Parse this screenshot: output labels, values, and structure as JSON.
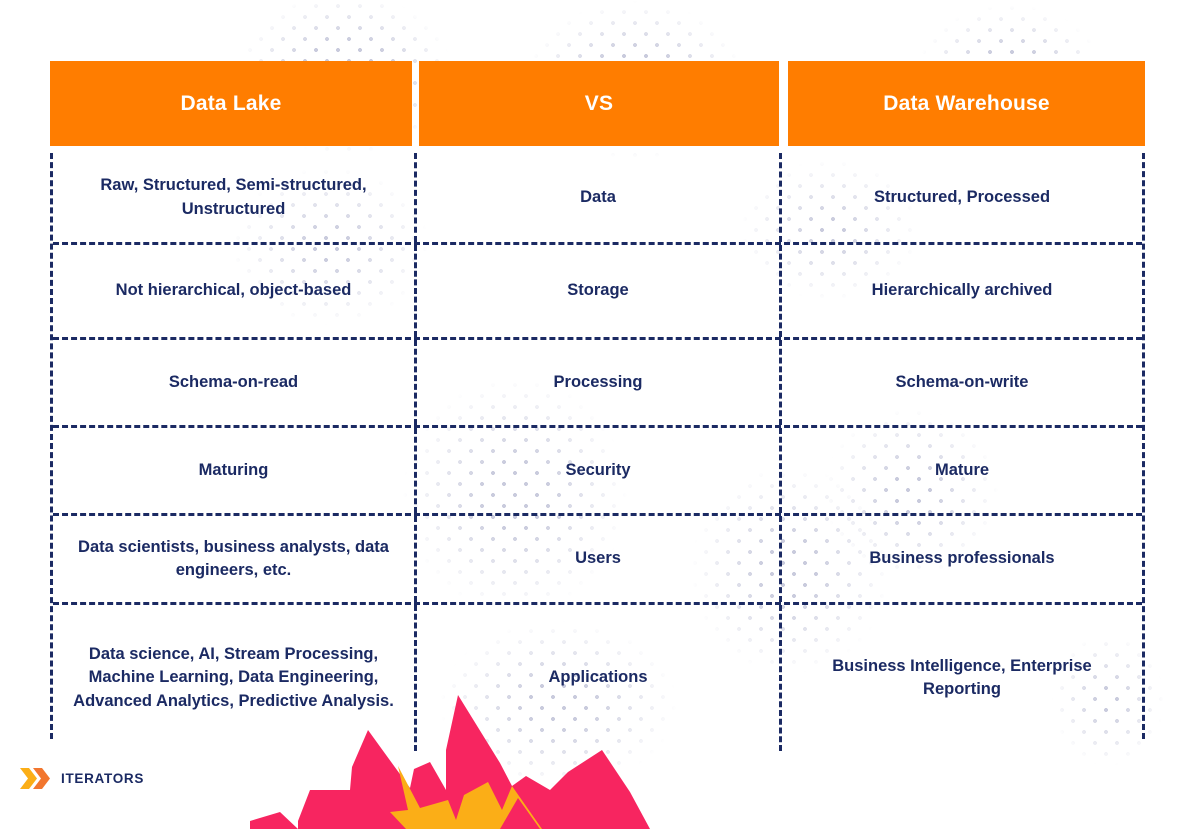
{
  "table": {
    "headers": {
      "left": "Data Lake",
      "middle": "VS",
      "right": "Data Warehouse"
    },
    "rows": [
      {
        "left": "Raw, Structured, Semi-structured, Unstructured",
        "middle": "Data",
        "right": "Structured, Processed"
      },
      {
        "left": "Not hierarchical, object-based",
        "middle": "Storage",
        "right": "Hierarchically archived"
      },
      {
        "left": "Schema-on-read",
        "middle": "Processing",
        "right": "Schema-on-write"
      },
      {
        "left": "Maturing",
        "middle": "Security",
        "right": "Mature"
      },
      {
        "left": "Data scientists, business analysts, data engineers, etc.",
        "middle": "Users",
        "right": "Business professionals"
      },
      {
        "left": "Data science, AI, Stream Processing, Machine Learning, Data Engineering, Advanced Analytics, Predictive Analysis.",
        "middle": "Applications",
        "right": "Business Intelligence, Enterprise Reporting"
      }
    ]
  },
  "branding": {
    "wordmark": "ITERATORS",
    "mark_icon": "double-chevron-icon"
  },
  "decor": {
    "dots_icon": "dot-pattern",
    "graphic_icon": "mountain-burst-graphic"
  },
  "colors": {
    "header_orange": "#FF7D00",
    "text_navy": "#1B2A63",
    "border_navy": "#1B2A63",
    "dot_gray": "#C9CBDD",
    "accent_pink": "#F5records",
    "graphic_pink": "#F72560",
    "graphic_yellow": "#FBAE17",
    "logo_amber": "#FBAE17",
    "logo_orange": "#F2762E",
    "background": "#FFFFFF"
  }
}
